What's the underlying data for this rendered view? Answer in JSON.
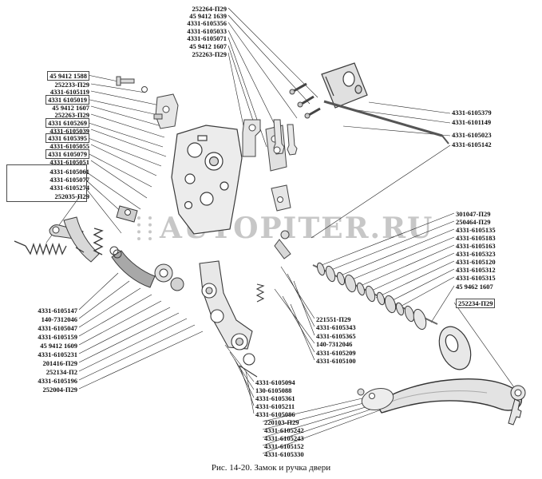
{
  "watermark": "AUTOPITER.RU",
  "caption": "Рис. 14-20. Замок и ручка двери",
  "labels": {
    "top": [
      "252264-П29",
      "45 9412 1639",
      "4331-6105356",
      "4331-6105033",
      "4331-6105071",
      "45 9412 1607",
      "252263-П29"
    ],
    "left_top": [
      "45 9412 1588",
      "252233-П29",
      "4331-6105119",
      "4331 6105019",
      "45 9412 1607",
      "252263-П29",
      "4331 6105269",
      "4331-6105039",
      "4331 6105395",
      "4331-6105055",
      "4331 6105079",
      "4331-6105051",
      "4331-6105061",
      "4331-6105077",
      "4331-6105274",
      "252035-П29"
    ],
    "right_top": [
      "4331-6105379",
      "4331-6101149",
      "4331-6105023",
      "4331-6105142"
    ],
    "right_mid": [
      "301047-П29",
      "250464-П29",
      "4331-6105135",
      "4331-6105183",
      "4331-6105163",
      "4331-6105323",
      "4331-6105120",
      "4331-6105312",
      "4331-6105315",
      "45 9462 1607",
      "252234-П29"
    ],
    "left_bottom": [
      "4331-6105147",
      "140-7312046",
      "4331-6105047",
      "4331-6105159",
      "45 9412 1609",
      "4331-6105231",
      "201416-П29",
      "252134-П2",
      "4331-6105196",
      "252004-П29"
    ],
    "mid_bottom": [
      "221551-П29",
      "4331-6105343",
      "4331-6105365",
      "140-7312046",
      "4331-6105209",
      "4331-6105100"
    ],
    "bottom_center": [
      "4331-6105094",
      "130-6105088",
      "4331-6105361",
      "4331-6105211",
      "4331-6105086"
    ],
    "bottom_center2": [
      "220103-П29",
      "4331-6105242",
      "4331-6105243",
      "4331-6105152",
      "4331-6105330"
    ]
  }
}
